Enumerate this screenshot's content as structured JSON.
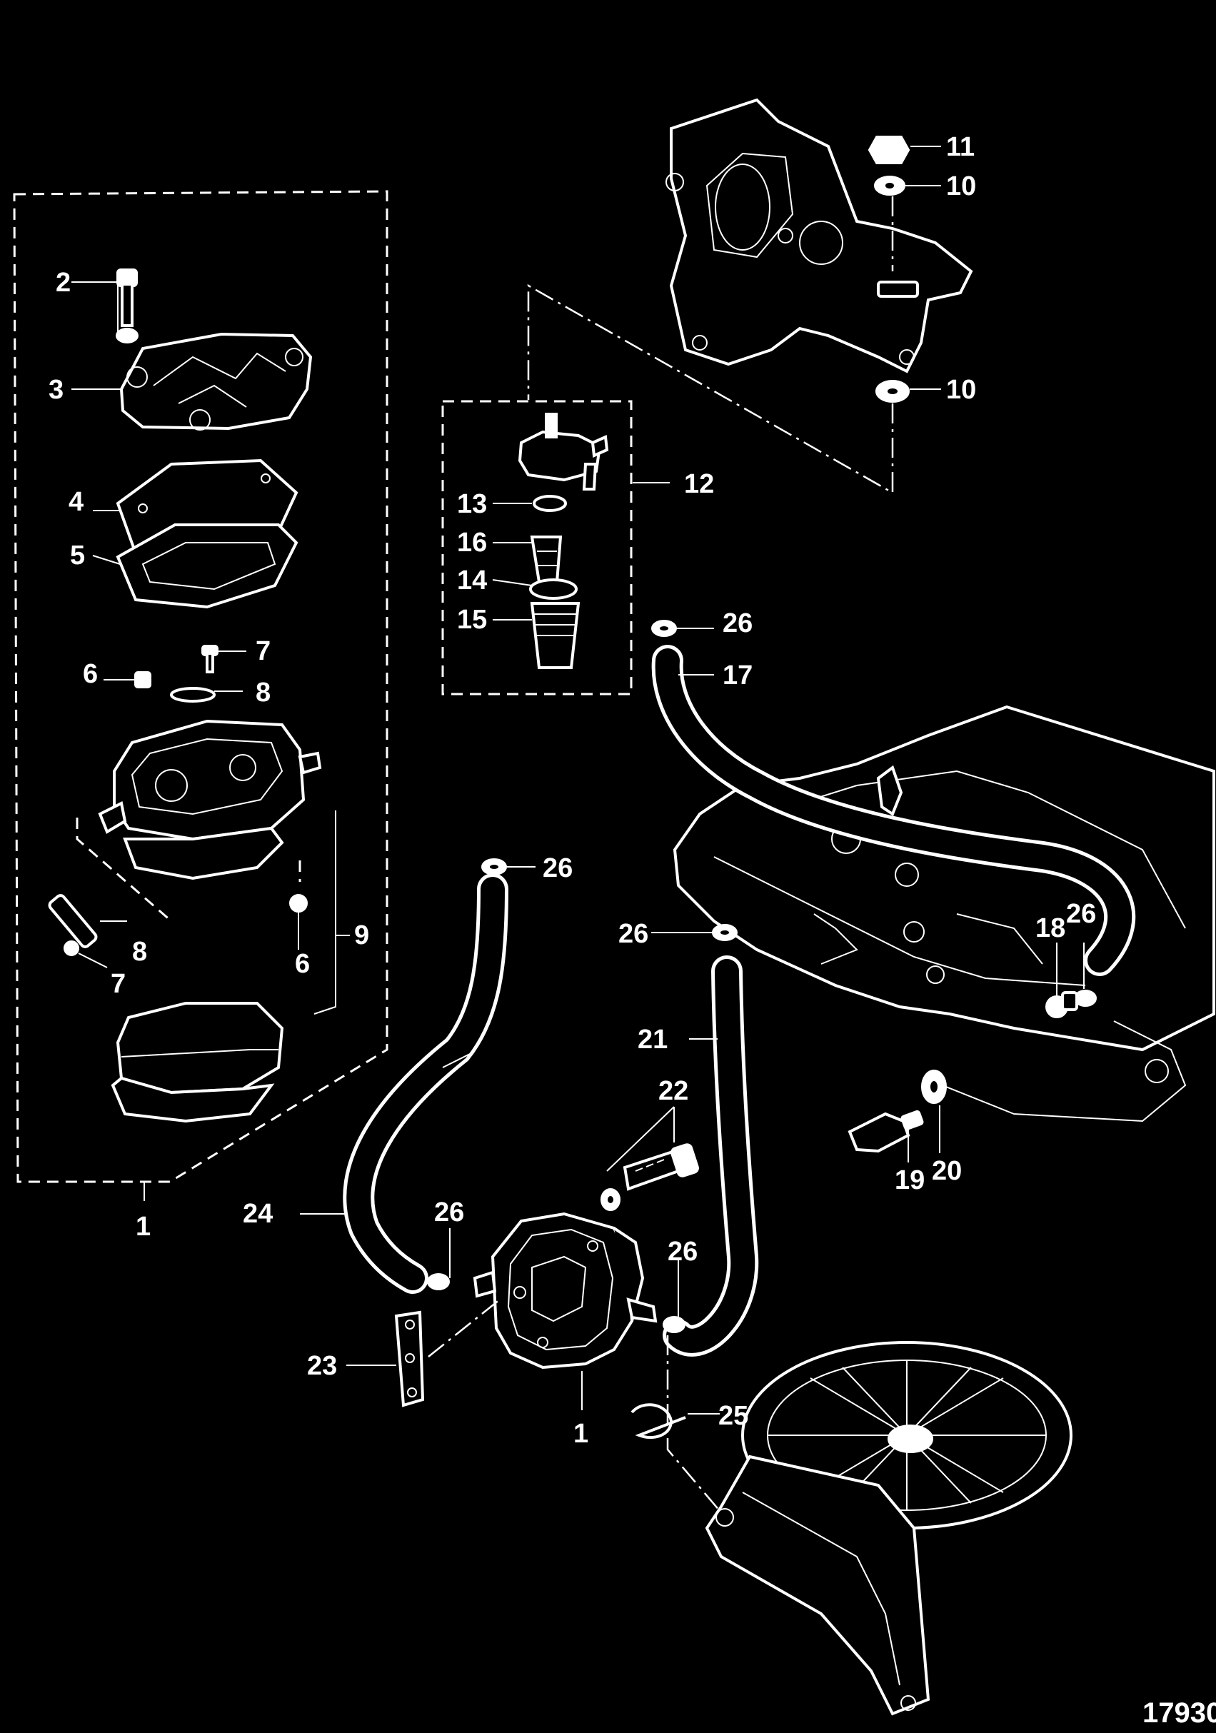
{
  "figure_number": "17930",
  "callouts": {
    "c1_kit": "1",
    "c1_pump": "1",
    "c2": "2",
    "c3": "3",
    "c4": "4",
    "c5": "5",
    "c6_top": "6",
    "c6_bottom": "6",
    "c7_top": "7",
    "c7_bottom": "7",
    "c8_top": "8",
    "c8_bottom": "8",
    "c9": "9",
    "c10_top": "10",
    "c10_bottom": "10",
    "c11": "11",
    "c12": "12",
    "c13": "13",
    "c14": "14",
    "c15": "15",
    "c16": "16",
    "c17": "17",
    "c18": "18",
    "c19": "19",
    "c20": "20",
    "c21": "21",
    "c22": "22",
    "c23": "23",
    "c24": "24",
    "c25": "25",
    "c26_a": "26",
    "c26_b": "26",
    "c26_c": "26",
    "c26_d": "26",
    "c26_e": "26",
    "c26_f": "26"
  },
  "colors": {
    "background": "#000000",
    "line": "#ffffff"
  }
}
